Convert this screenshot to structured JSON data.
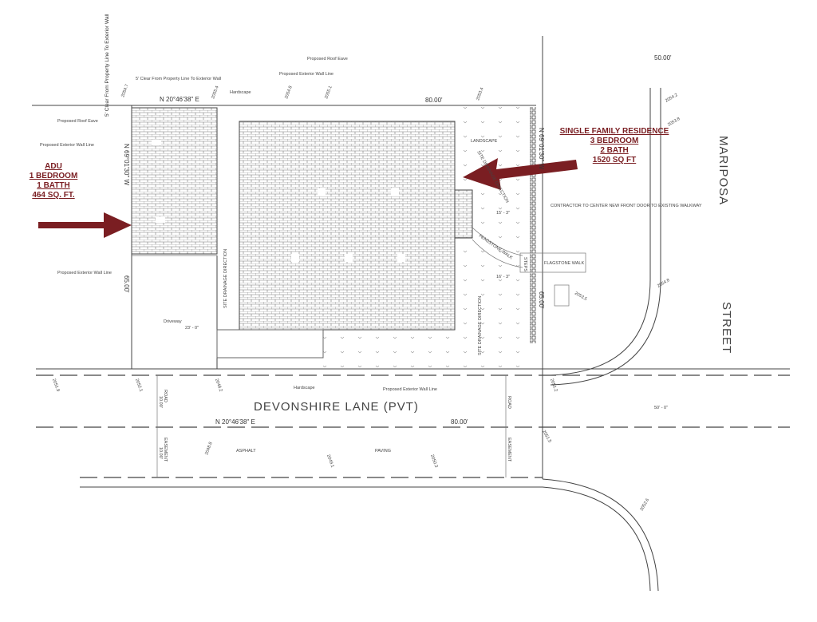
{
  "adu": {
    "title": "ADU",
    "bedrooms": "1 BEDROOM",
    "baths": "1 BATTH",
    "area": "464 SQ. FT."
  },
  "residence": {
    "title": "SINGLE FAMILY RESIDENCE",
    "bedrooms": "3 BEDROOM",
    "baths": "2 BATH",
    "area": "1520 SQ FT"
  },
  "streets": {
    "mariposa": "MARIPOSA",
    "street": "STREET",
    "devonshire": "DEVONSHIRE LANE (PVT)"
  },
  "dimensions": {
    "top_bearing": "N 20°46'38\" E",
    "top_length": "80.00'",
    "side_bearing": "N 69°01'30\" W",
    "side_length": "65.00'",
    "east_bearing": "N 69°01'30\" W",
    "east_length": "65.00'",
    "road_bearing": "N 20°46'38\" E",
    "road_length": "80.00'",
    "street_width": "50.00'",
    "street_row": "50' - 0\"",
    "road_width": "10.00'",
    "easement_width": "10.00'",
    "driveway_width": "23' - 0\"",
    "walk_1": "15' - 3\"",
    "walk_2": "16' - 3\""
  },
  "notes": {
    "clear_1": "5' Clear From Property Line To Exterior Wall",
    "clear_2": "5' Clear From Property Line To Exterior Wall",
    "roof_eave": "Proposed Roof Eave",
    "ext_wall": "Proposed Exterior Wall Line",
    "ext_wall_2": "Proposed Exterior Wall Line",
    "roof_eave_2": "Proposed Roof Eave",
    "ext_wall_3": "Proposed Exterior Wall Line",
    "ext_wall_4": "Proposed Exterior Wall Line",
    "hardscape": "Hardscape",
    "hardscape_2": "Hardscape",
    "landscape": "LANDSCAPE",
    "driveway": "Driveway",
    "flagstone_1": "FLAGSTONE WALK",
    "flagstone_2": "FLAGSTONE WALK",
    "steps": "STEPS",
    "contractor": "CONTRACTOR TO CENTER NEW FRONT DOOR TO EXISTING WALKWAY",
    "drainage_1": "SITE DRAINAGE DIRECTION",
    "drainage_2": "SITE DRAINAGE DIRECTION",
    "drainage_3": "SITE DRAINAGE DIRECTION",
    "road": "ROAD",
    "easement": "EASEMENT",
    "road_2": "ROAD",
    "easement_2": "EASEMENT",
    "asphalt": "ASPHALT",
    "paving": "PAVING"
  },
  "elevations": [
    "2054.7",
    "2055.4",
    "2054.8",
    "2055.1",
    "2053.4",
    "2054.2",
    "2053.8",
    "2054.8",
    "2053.5",
    "2051.9",
    "2052.1",
    "2048.2",
    "2048.8",
    "2049.1",
    "2050.3",
    "2051.2",
    "2052.6",
    "2051.5"
  ],
  "colors": {
    "arrow": "#7a1e22",
    "line": "#444444"
  }
}
